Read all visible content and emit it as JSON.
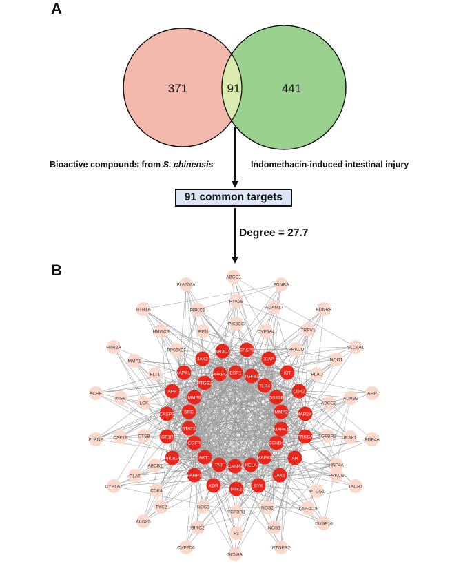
{
  "panels": {
    "a": "A",
    "b": "B"
  },
  "venn": {
    "left": {
      "count": "371",
      "label": "Bioactive compounds from ",
      "label_italic": "S. chinensis",
      "color": "#f4b9ad"
    },
    "overlap": {
      "count": "91",
      "color": "#dcebb0"
    },
    "right": {
      "count": "441",
      "label": "Indomethacin-induced intestinal injury",
      "color": "#9ad18f"
    }
  },
  "common_targets_label": "91 common targets",
  "degree_label": "Degree = 27.7",
  "network": {
    "core_color": "#e8261c",
    "outer_color": "#fbd8cc",
    "edge_color": "#9a9a9a",
    "nodes": [
      {
        "label": "ABCC1",
        "type": "outer"
      },
      {
        "label": "PLA2G2A",
        "type": "outer"
      },
      {
        "label": "EDNRA",
        "type": "outer"
      },
      {
        "label": "PTK2B",
        "type": "outer"
      },
      {
        "label": "ADAM17",
        "type": "outer"
      },
      {
        "label": "HTR1A",
        "type": "outer"
      },
      {
        "label": "PRKCB",
        "type": "outer"
      },
      {
        "label": "EDNRB",
        "type": "outer"
      },
      {
        "label": "PIK3CG",
        "type": "outer"
      },
      {
        "label": "TRPV1",
        "type": "outer"
      },
      {
        "label": "HMGCR",
        "type": "outer"
      },
      {
        "label": "REN",
        "type": "outer"
      },
      {
        "label": "CYP3A4",
        "type": "outer"
      },
      {
        "label": "HTR2A",
        "type": "outer"
      },
      {
        "label": "RPS6KB1",
        "type": "outer"
      },
      {
        "label": "PRKCD",
        "type": "outer"
      },
      {
        "label": "SLC9A1",
        "type": "outer"
      },
      {
        "label": "MMP1",
        "type": "outer"
      },
      {
        "label": "NQO1",
        "type": "outer"
      },
      {
        "label": "FLT1",
        "type": "outer"
      },
      {
        "label": "PLAU",
        "type": "outer"
      },
      {
        "label": "ACHE",
        "type": "outer"
      },
      {
        "label": "AHR",
        "type": "outer"
      },
      {
        "label": "INSR",
        "type": "outer"
      },
      {
        "label": "ADRB2",
        "type": "outer"
      },
      {
        "label": "LCK",
        "type": "outer"
      },
      {
        "label": "ABCG2",
        "type": "outer"
      },
      {
        "label": "TGFBR2",
        "type": "outer"
      },
      {
        "label": "IRAK1",
        "type": "outer"
      },
      {
        "label": "ELANE",
        "type": "outer"
      },
      {
        "label": "CSF1R",
        "type": "outer"
      },
      {
        "label": "CTSB",
        "type": "outer"
      },
      {
        "label": "PDE4A",
        "type": "outer"
      },
      {
        "label": "HNF4A",
        "type": "outer"
      },
      {
        "label": "ABCB1",
        "type": "outer"
      },
      {
        "label": "PLAT",
        "type": "outer"
      },
      {
        "label": "PRKCE",
        "type": "outer"
      },
      {
        "label": "CYP1A2",
        "type": "outer"
      },
      {
        "label": "TACR1",
        "type": "outer"
      },
      {
        "label": "CDK4",
        "type": "outer"
      },
      {
        "label": "PTGS1",
        "type": "outer"
      },
      {
        "label": "TYK2",
        "type": "outer"
      },
      {
        "label": "NOS3",
        "type": "outer"
      },
      {
        "label": "TGFBR1",
        "type": "outer"
      },
      {
        "label": "NOS2",
        "type": "outer"
      },
      {
        "label": "CYP2C19",
        "type": "outer"
      },
      {
        "label": "ALOX5",
        "type": "outer"
      },
      {
        "label": "BIRC2",
        "type": "outer"
      },
      {
        "label": "NOS1",
        "type": "outer"
      },
      {
        "label": "DUSP16",
        "type": "outer"
      },
      {
        "label": "F2",
        "type": "outer"
      },
      {
        "label": "CYP2D6",
        "type": "outer"
      },
      {
        "label": "PTGER2",
        "type": "outer"
      },
      {
        "label": "SCN9A",
        "type": "outer"
      },
      {
        "label": "JAK2",
        "type": "core"
      },
      {
        "label": "NR3C1",
        "type": "core"
      },
      {
        "label": "CASP1",
        "type": "core"
      },
      {
        "label": "XIAP",
        "type": "core"
      },
      {
        "label": "MAPK14",
        "type": "core"
      },
      {
        "label": "PPARG",
        "type": "core"
      },
      {
        "label": "ESR1",
        "type": "core"
      },
      {
        "label": "TGFB1",
        "type": "core"
      },
      {
        "label": "KIT",
        "type": "core"
      },
      {
        "label": "PTGS2",
        "type": "core"
      },
      {
        "label": "TLR4",
        "type": "core"
      },
      {
        "label": "APP",
        "type": "core"
      },
      {
        "label": "CDK2",
        "type": "core"
      },
      {
        "label": "MMP9",
        "type": "core"
      },
      {
        "label": "GSK3B",
        "type": "core"
      },
      {
        "label": "CASP9",
        "type": "core"
      },
      {
        "label": "SRC",
        "type": "core"
      },
      {
        "label": "MAP2K1",
        "type": "core"
      },
      {
        "label": "MMP2",
        "type": "core"
      },
      {
        "label": "STAT3",
        "type": "core"
      },
      {
        "label": "IGF1R",
        "type": "core"
      },
      {
        "label": "MAPK1",
        "type": "core"
      },
      {
        "label": "PRKCA",
        "type": "core"
      },
      {
        "label": "EGFR",
        "type": "core"
      },
      {
        "label": "CCND1",
        "type": "core"
      },
      {
        "label": "PIK3CA",
        "type": "core"
      },
      {
        "label": "MAPK8",
        "type": "core"
      },
      {
        "label": "AKT1",
        "type": "core"
      },
      {
        "label": "AR",
        "type": "core"
      },
      {
        "label": "TNF",
        "type": "core"
      },
      {
        "label": "RELA",
        "type": "core"
      },
      {
        "label": "CASP3",
        "type": "core"
      },
      {
        "label": "PARP1",
        "type": "core"
      },
      {
        "label": "JAK1",
        "type": "core"
      },
      {
        "label": "KDR",
        "type": "core"
      },
      {
        "label": "SYK",
        "type": "core"
      },
      {
        "label": "PTK2",
        "type": "core"
      }
    ]
  }
}
